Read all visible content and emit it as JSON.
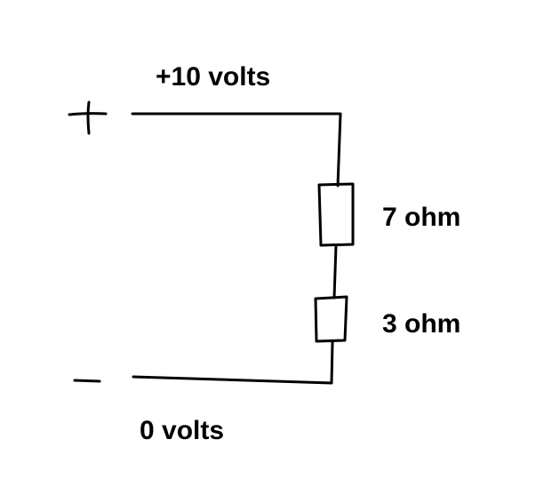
{
  "diagram": {
    "type": "circuit",
    "positive_terminal": {
      "symbol": "+",
      "voltage_label": "+10 volts"
    },
    "negative_terminal": {
      "symbol": "-",
      "voltage_label": "0 volts"
    },
    "resistors": [
      {
        "label": "7 ohm"
      },
      {
        "label": "3 ohm"
      }
    ],
    "colors": {
      "stroke": "#000000",
      "background": "#ffffff"
    }
  }
}
